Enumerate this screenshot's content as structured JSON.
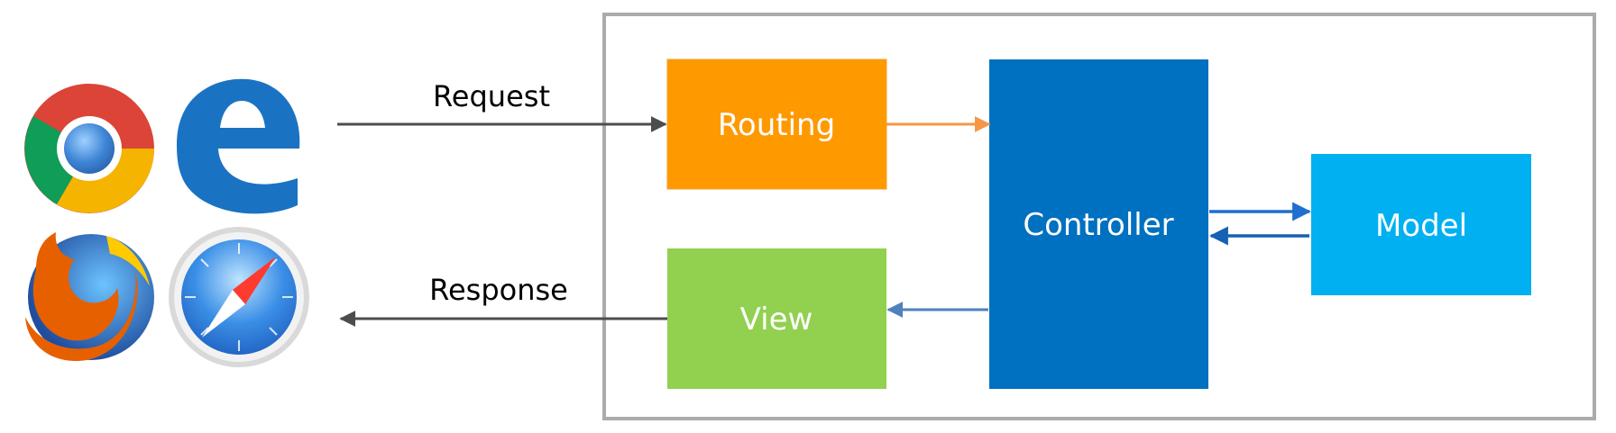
{
  "diagram": {
    "boxes": {
      "routing": {
        "label": "Routing",
        "color": "#FF9900"
      },
      "view": {
        "label": "View",
        "color": "#92D050"
      },
      "controller": {
        "label": "Controller",
        "color": "#0070C0"
      },
      "model": {
        "label": "Model",
        "color": "#00B0F0"
      }
    },
    "arrows": {
      "request": {
        "label": "Request"
      },
      "response": {
        "label": "Response"
      }
    },
    "browsers": {
      "chrome": {
        "icon": "chrome-icon"
      },
      "edge": {
        "icon": "edge-icon"
      },
      "firefox": {
        "icon": "firefox-icon"
      },
      "safari": {
        "icon": "safari-icon"
      }
    },
    "colors": {
      "frame": "#ABABAB",
      "arrow_dark": "#4D4D4D",
      "arrow_orange": "#F79646",
      "arrow_blue": "#1F6FD0",
      "arrow_steel": "#4F81BD"
    }
  }
}
